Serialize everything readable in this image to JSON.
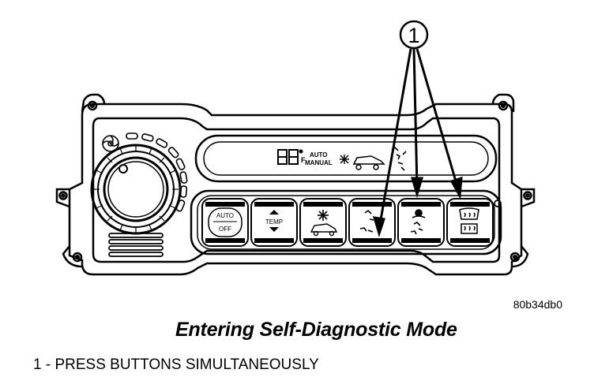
{
  "callout": {
    "number": "1"
  },
  "panel": {
    "display_text_auto": "AUTO",
    "display_text_manual": "MANUAL",
    "button_labels": {
      "auto_top": "AUTO",
      "auto_bottom": "OFF",
      "temp": "TEMP"
    }
  },
  "figure_id": "80b34db0",
  "caption": "Entering Self-Diagnostic Mode",
  "legend": {
    "item_1": "1 - PRESS BUTTONS SIMULTANEOUSLY"
  }
}
